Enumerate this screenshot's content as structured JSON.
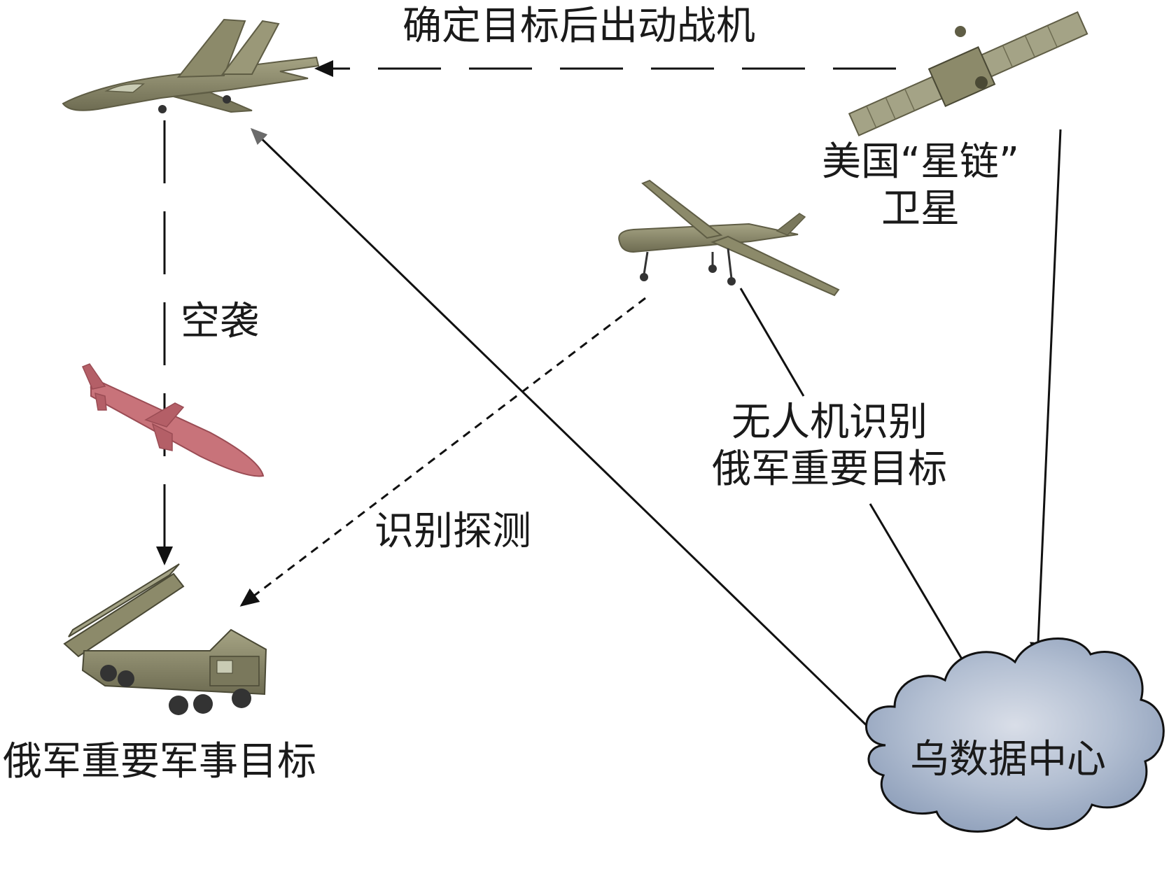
{
  "labels": {
    "fighter_dispatch": "确定目标后出动战机",
    "satellite_line1": "美国“星链”",
    "satellite_line2": "卫星",
    "air_strike": "空袭",
    "drone_line1": "无人机识别",
    "drone_line2": "俄军重要目标",
    "detection": "识别探测",
    "target": "俄军重要军事目标",
    "data_center": "乌数据中心"
  },
  "colors": {
    "line": "#111111",
    "gray_arrow": "#6b6b6b",
    "olive": "#8c8a6a",
    "olive_dark": "#5f5d45",
    "missile": "#c8737a",
    "cloud_fill": "#b9c4d6",
    "cloud_dark": "#8a9bb7"
  },
  "icons": {
    "fighter": "fighter-jet-icon",
    "satellite": "satellite-icon",
    "drone": "drone-icon",
    "missile": "missile-icon",
    "launcher": "missile-launcher-truck-icon",
    "cloud": "data-center-cloud-icon"
  }
}
